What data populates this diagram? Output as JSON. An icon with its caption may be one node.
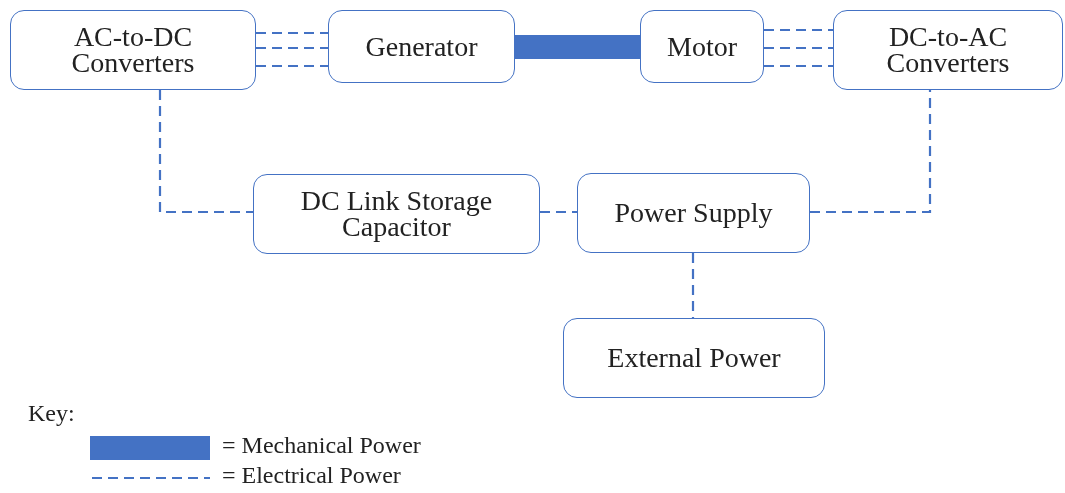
{
  "diagram": {
    "nodes": [
      {
        "text": [
          "AC-to-DC Converters"
        ]
      },
      {
        "text": [
          "Generator"
        ]
      },
      {
        "text": [
          "Motor"
        ]
      },
      {
        "text": [
          "DC-to-AC Converters"
        ]
      },
      {
        "text": [
          "DC Link Storage Capacitor"
        ]
      },
      {
        "text": [
          "Power Supply"
        ]
      },
      {
        "text": [
          "External Power"
        ]
      }
    ],
    "edges": [
      {
        "from": 0,
        "to": 1,
        "arrow": "none",
        "style": "dashed"
      },
      {
        "from": 0,
        "to": 1,
        "arrow": "none",
        "style": "dashed"
      },
      {
        "from": 0,
        "to": 1,
        "arrow": "none",
        "style": "dashed"
      },
      {
        "from": 1,
        "to": 2,
        "arrow": "none",
        "style": "thick"
      },
      {
        "from": 2,
        "to": 3,
        "arrow": "none",
        "style": "dashed"
      },
      {
        "from": 2,
        "to": 3,
        "arrow": "none",
        "style": "dashed"
      },
      {
        "from": 2,
        "to": 3,
        "arrow": "none",
        "style": "dashed"
      },
      {
        "from": 0,
        "to": 4,
        "arrow": "none",
        "style": "dashed"
      },
      {
        "from": 4,
        "to": 5,
        "arrow": "none",
        "style": "dashed"
      },
      {
        "from": 5,
        "to": 3,
        "arrow": "none",
        "style": "dashed"
      },
      {
        "from": 5,
        "to": 6,
        "arrow": "none",
        "style": "dashed"
      }
    ],
    "labels": [
      "Key:"
    ],
    "legend": [
      {
        "text": "= Mechanical Power",
        "color": "#4472c4"
      },
      {
        "text": "= Electrical Power"
      }
    ]
  }
}
